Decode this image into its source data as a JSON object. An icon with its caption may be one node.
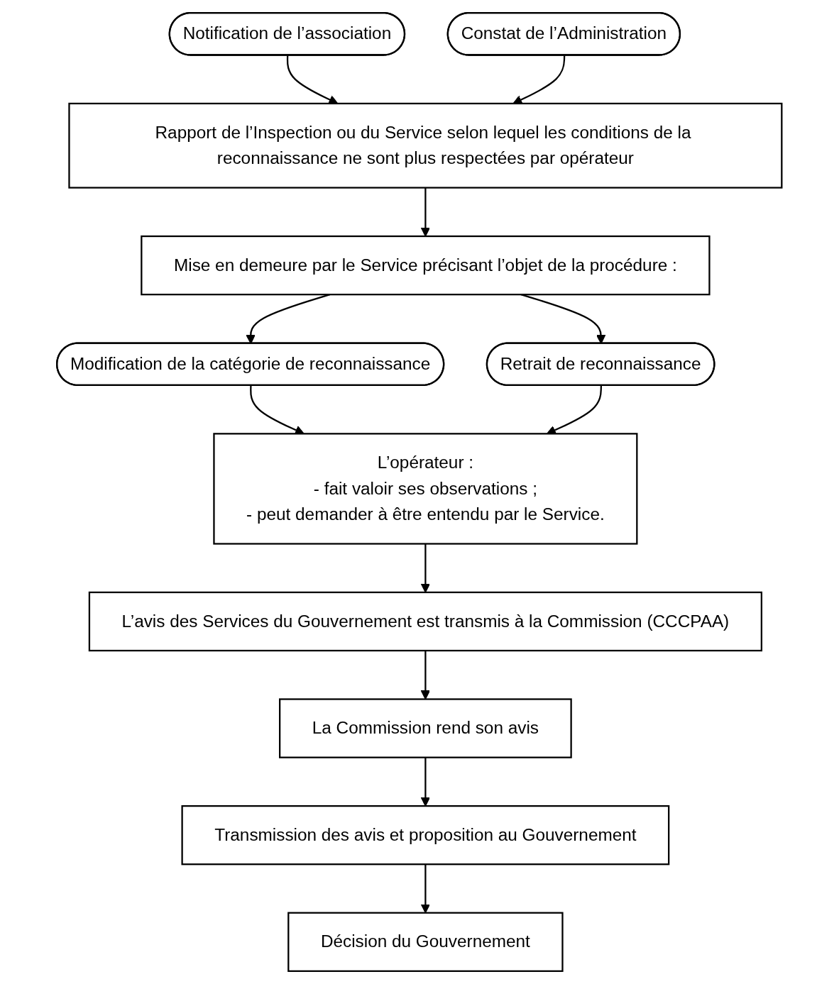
{
  "diagram": {
    "nodes": [
      {
        "text": [
          "Notification de l’association"
        ]
      },
      {
        "text": [
          "Constat de l’Administration"
        ]
      },
      {
        "text": [
          "Rapport de l’Inspection ou du Service selon lequel les conditions de la reconnaissance ne sont plus respectées par opérateur"
        ]
      },
      {
        "text": [
          "Mise en demeure par le Service précisant l’objet de la procédure :"
        ]
      },
      {
        "text": [
          "Modification de la catégorie de reconnaissance"
        ]
      },
      {
        "text": [
          "Retrait de reconnaissance"
        ]
      },
      {
        "text": [
          "L’opérateur :",
          "- fait valoir ses observations ;",
          "- peut demander à être entendu par le Service."
        ]
      },
      {
        "text": [
          "L’avis des Services du Gouvernement est transmis à la Commission (CCCPAA)"
        ]
      },
      {
        "text": [
          "La Commission rend son avis"
        ]
      },
      {
        "text": [
          "Transmission des avis et proposition au Gouvernement"
        ]
      },
      {
        "text": [
          "Décision du Gouvernement"
        ]
      }
    ],
    "edges": [
      {
        "from": 0,
        "to": 2,
        "arrow": "to"
      },
      {
        "from": 1,
        "to": 2,
        "arrow": "to"
      },
      {
        "from": 2,
        "to": 3,
        "arrow": "to"
      },
      {
        "from": 3,
        "to": 4,
        "arrow": "to"
      },
      {
        "from": 3,
        "to": 5,
        "arrow": "to"
      },
      {
        "from": 4,
        "to": 6,
        "arrow": "to"
      },
      {
        "from": 5,
        "to": 6,
        "arrow": "to"
      },
      {
        "from": 6,
        "to": 7,
        "arrow": "to"
      },
      {
        "from": 7,
        "to": 8,
        "arrow": "to"
      },
      {
        "from": 8,
        "to": 9,
        "arrow": "to"
      },
      {
        "from": 9,
        "to": 10,
        "arrow": "to"
      }
    ]
  }
}
